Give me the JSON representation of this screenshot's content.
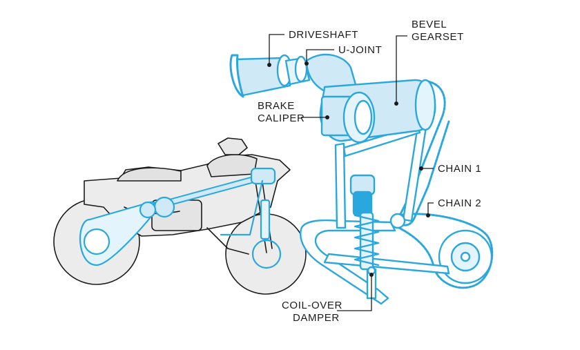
{
  "colors": {
    "accent": "#2aa7dd",
    "accent_fill": "#cfe9f7",
    "accent_fill_light": "#e4f4fc",
    "ink": "#1b1b1b",
    "bike_fill": "#ececec",
    "background": "#ffffff"
  },
  "labels": {
    "driveshaft": "DRIVESHAFT",
    "u_joint": "U-JOINT",
    "bevel_gearset_line1": "BEVEL",
    "bevel_gearset_line2": "GEARSET",
    "brake_caliper_line1": "BRAKE",
    "brake_caliper_line2": "CALIPER",
    "chain_1": "CHAIN 1",
    "chain_2": "CHAIN 2",
    "coil_over_damper_line1": "COIL-OVER",
    "coil_over_damper_line2": "DAMPER"
  }
}
